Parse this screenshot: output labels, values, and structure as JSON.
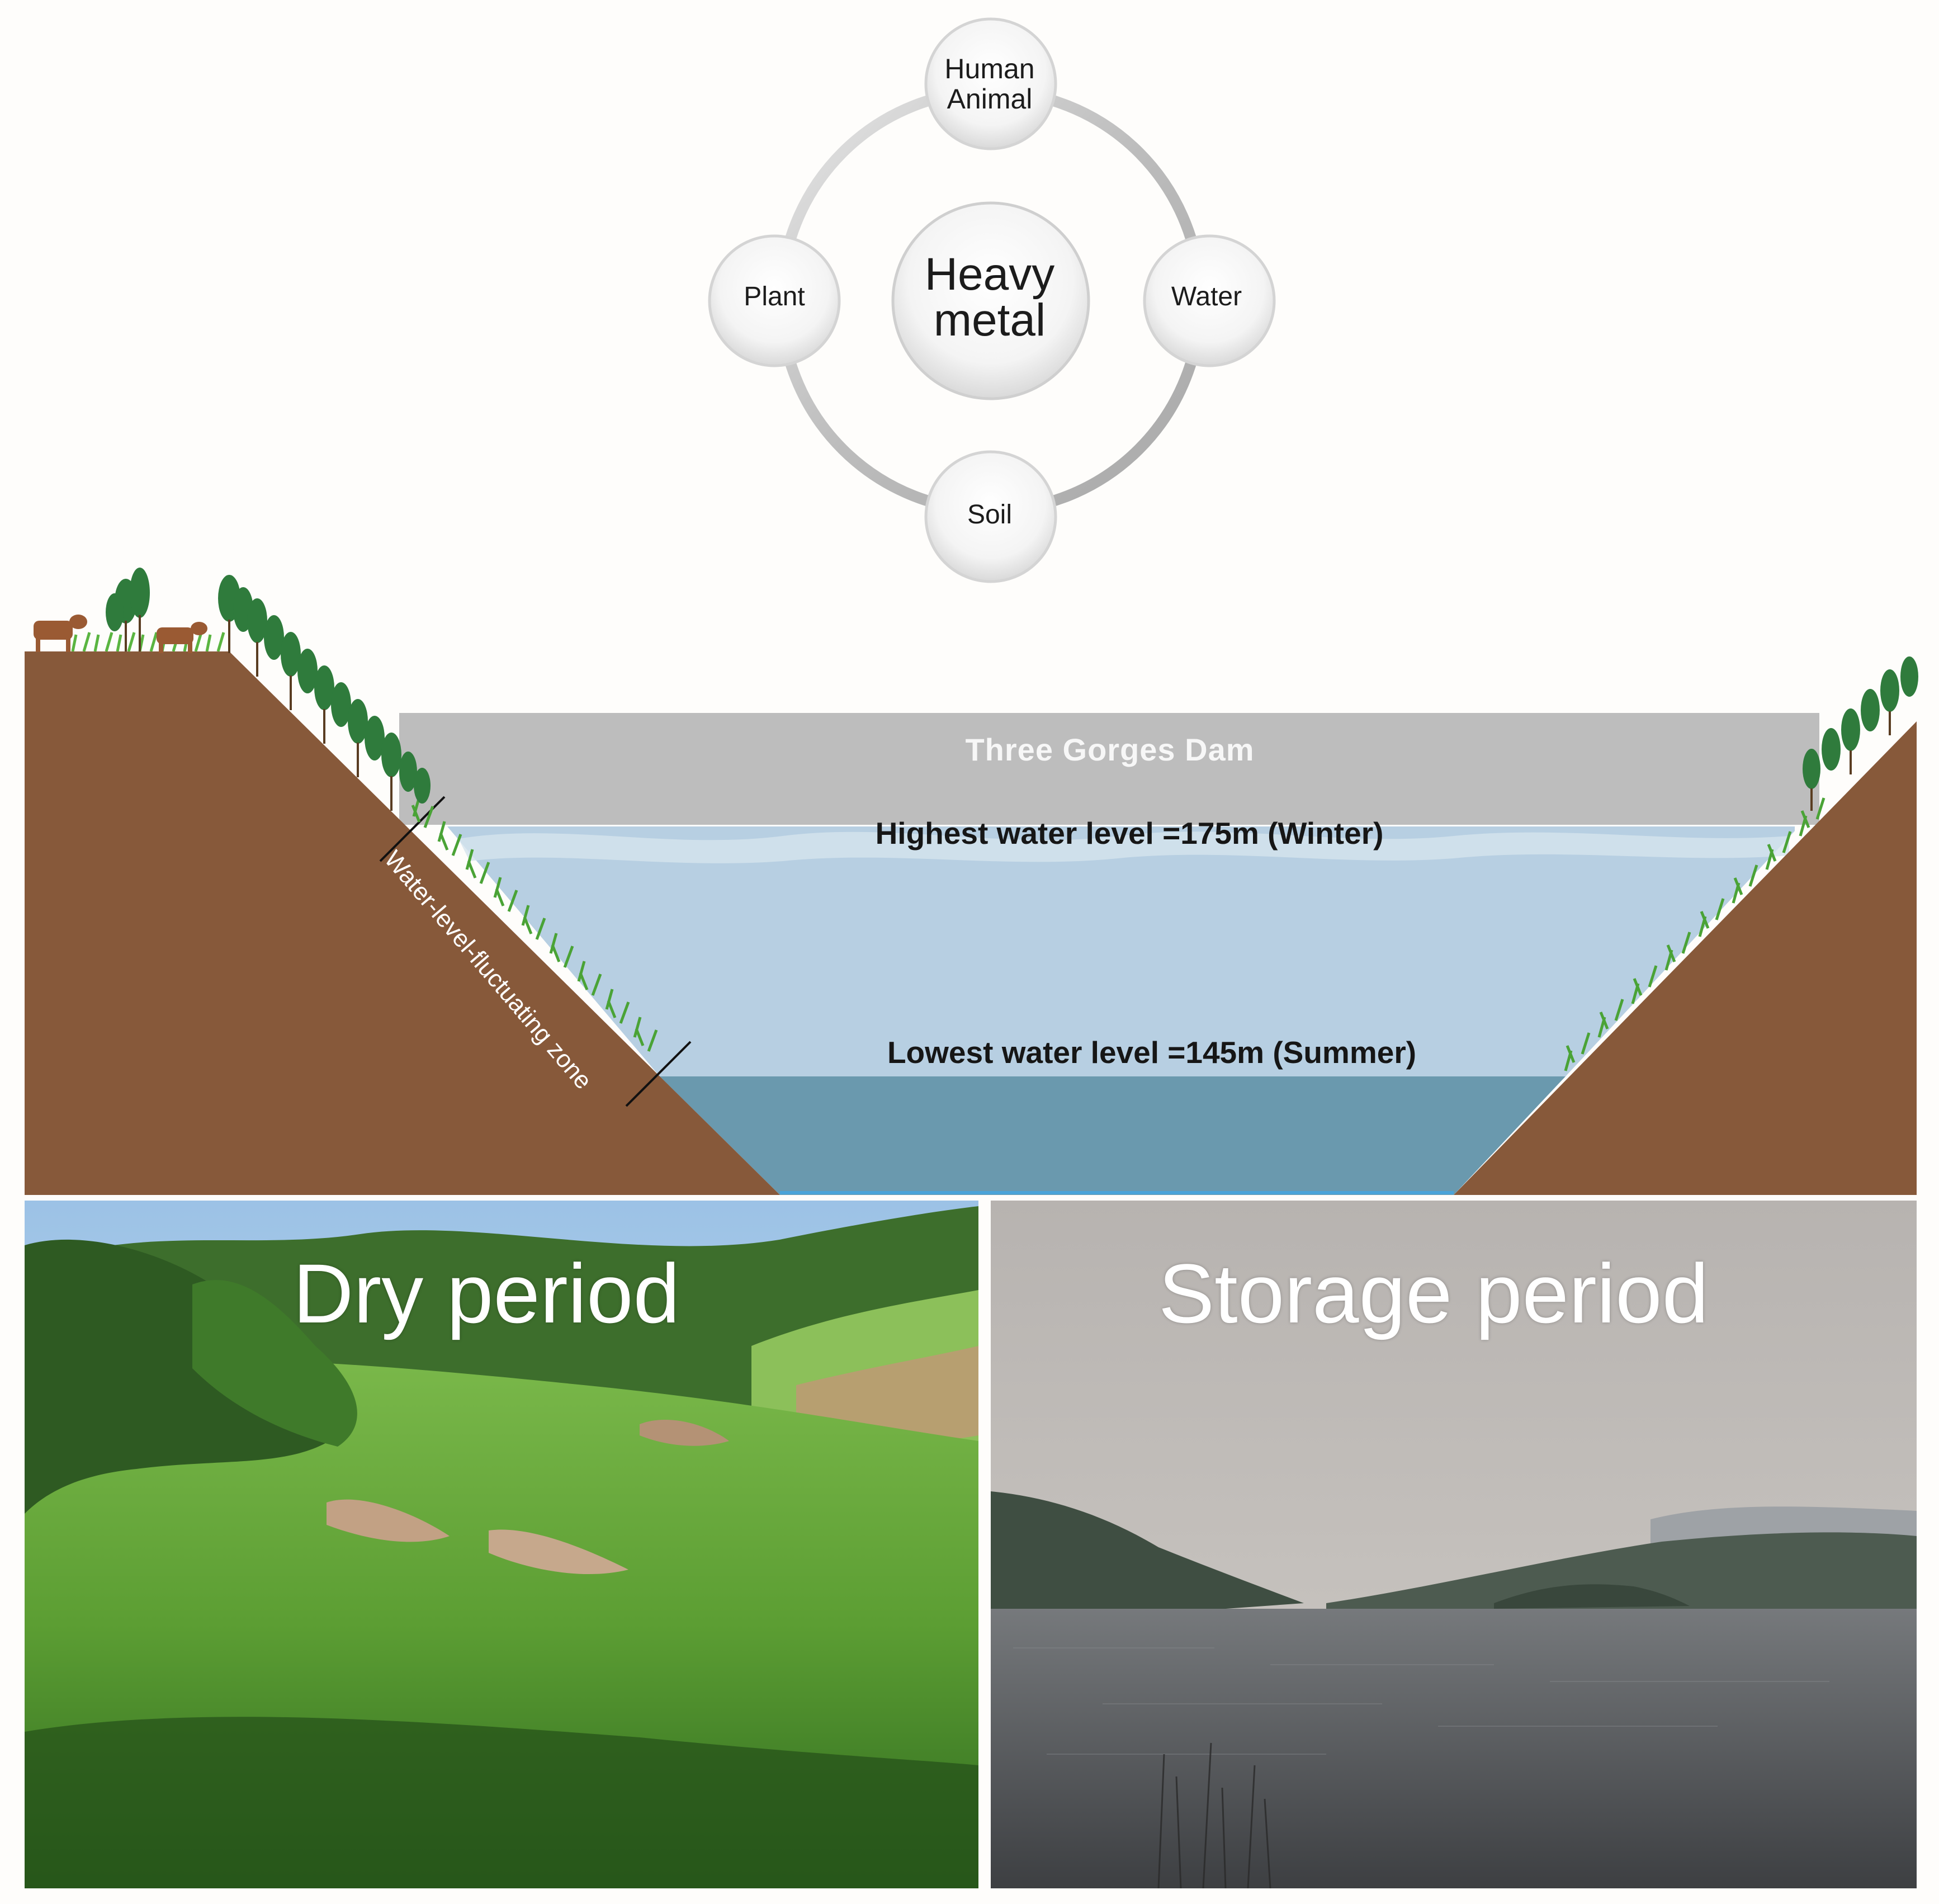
{
  "cycle": {
    "center_line1": "Heavy",
    "center_line2": "metal",
    "nodes": {
      "top_line1": "Human",
      "top_line2": "Animal",
      "left": "Plant",
      "right": "Water",
      "bottom": "Soil"
    }
  },
  "cross_section": {
    "dam_label": "Three Gorges Dam",
    "highest_level": "Highest water level =175m (Winter)",
    "lowest_level": "Lowest water level =145m (Summer)",
    "zone_label": "Water-level-fluctuating zone"
  },
  "photos": {
    "dry": "Dry period",
    "storage": "Storage period"
  },
  "colors": {
    "soil": "#87593a",
    "upper_water": "#b7cfe2",
    "lower_water": "#6a99ae",
    "dam_bar": "#bdbdbd",
    "grass": "#4aa336",
    "trees": "#2f7b3c"
  }
}
